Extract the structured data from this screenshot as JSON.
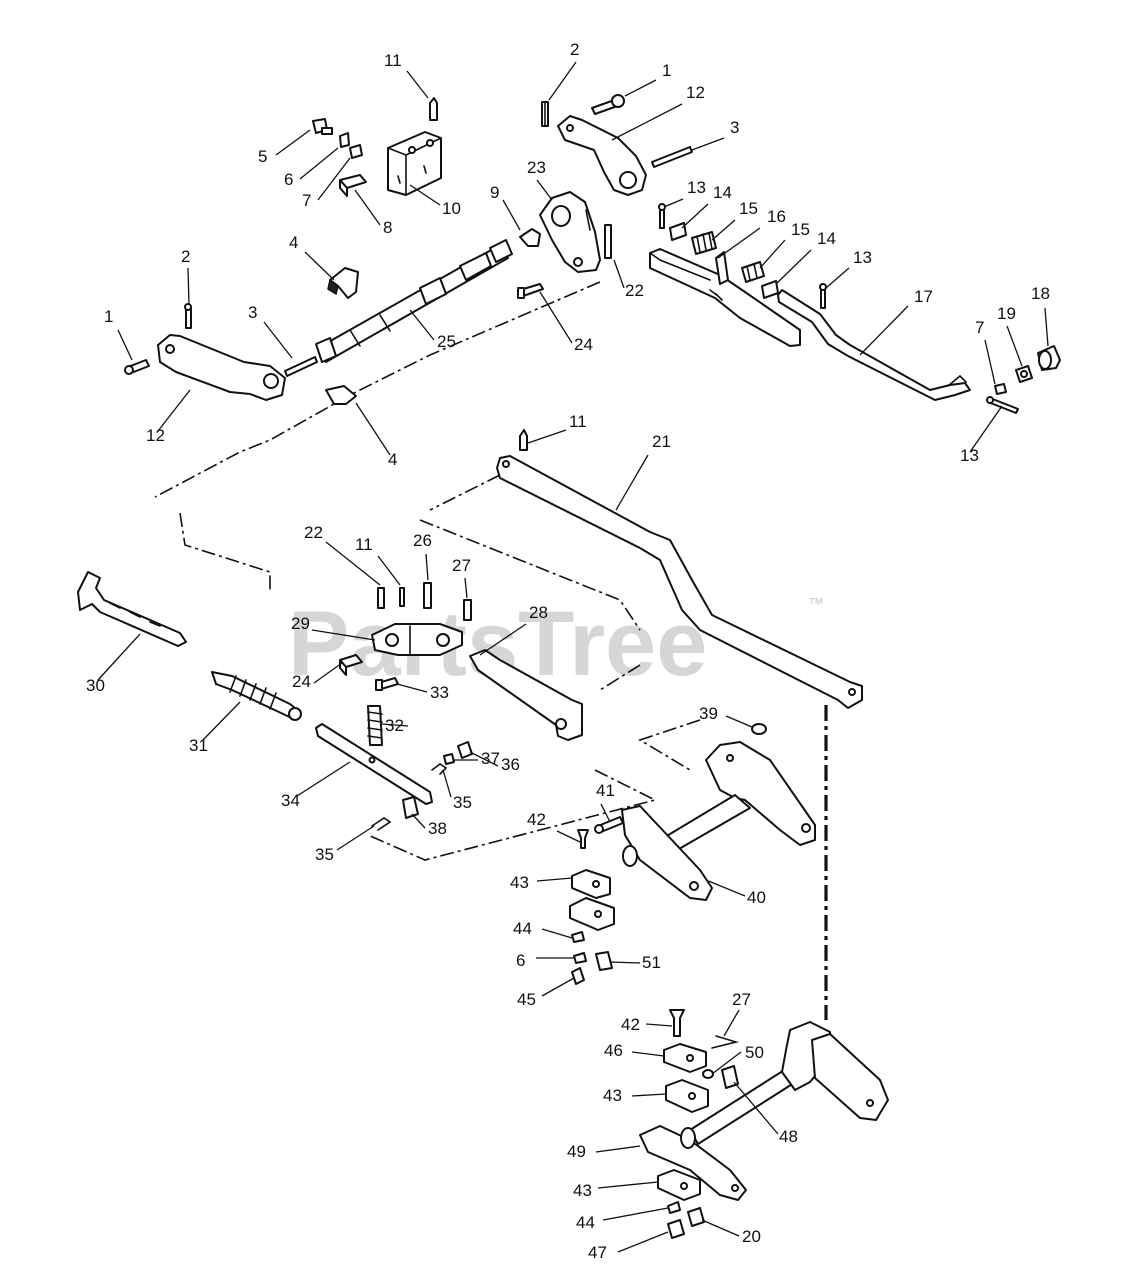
{
  "watermark": {
    "brand": "PartsTree",
    "trademark": "™"
  },
  "callouts": [
    {
      "id": "11a",
      "label": "11"
    },
    {
      "id": "2a",
      "label": "2"
    },
    {
      "id": "1a",
      "label": "1"
    },
    {
      "id": "12a",
      "label": "12"
    },
    {
      "id": "3a",
      "label": "3"
    },
    {
      "id": "5",
      "label": "5"
    },
    {
      "id": "6a",
      "label": "6"
    },
    {
      "id": "7a",
      "label": "7"
    },
    {
      "id": "8",
      "label": "8"
    },
    {
      "id": "10",
      "label": "10"
    },
    {
      "id": "23",
      "label": "23"
    },
    {
      "id": "9",
      "label": "9"
    },
    {
      "id": "13a",
      "label": "13"
    },
    {
      "id": "14a",
      "label": "14"
    },
    {
      "id": "15a",
      "label": "15"
    },
    {
      "id": "16",
      "label": "16"
    },
    {
      "id": "15b",
      "label": "15"
    },
    {
      "id": "14b",
      "label": "14"
    },
    {
      "id": "13b",
      "label": "13"
    },
    {
      "id": "2b",
      "label": "2"
    },
    {
      "id": "4a",
      "label": "4"
    },
    {
      "id": "22a",
      "label": "22"
    },
    {
      "id": "1b",
      "label": "1"
    },
    {
      "id": "3b",
      "label": "3"
    },
    {
      "id": "25",
      "label": "25"
    },
    {
      "id": "24a",
      "label": "24"
    },
    {
      "id": "17",
      "label": "17"
    },
    {
      "id": "18",
      "label": "18"
    },
    {
      "id": "7b",
      "label": "7"
    },
    {
      "id": "19",
      "label": "19"
    },
    {
      "id": "12b",
      "label": "12"
    },
    {
      "id": "4b",
      "label": "4"
    },
    {
      "id": "13c",
      "label": "13"
    },
    {
      "id": "11b",
      "label": "11"
    },
    {
      "id": "21",
      "label": "21"
    },
    {
      "id": "22b",
      "label": "22"
    },
    {
      "id": "11c",
      "label": "11"
    },
    {
      "id": "26",
      "label": "26"
    },
    {
      "id": "27a",
      "label": "27"
    },
    {
      "id": "29",
      "label": "29"
    },
    {
      "id": "28",
      "label": "28"
    },
    {
      "id": "30",
      "label": "30"
    },
    {
      "id": "24b",
      "label": "24"
    },
    {
      "id": "33",
      "label": "33"
    },
    {
      "id": "39",
      "label": "39"
    },
    {
      "id": "32",
      "label": "32"
    },
    {
      "id": "31",
      "label": "31"
    },
    {
      "id": "36",
      "label": "36"
    },
    {
      "id": "37",
      "label": "37"
    },
    {
      "id": "35a",
      "label": "35"
    },
    {
      "id": "34",
      "label": "34"
    },
    {
      "id": "41",
      "label": "41"
    },
    {
      "id": "42a",
      "label": "42"
    },
    {
      "id": "38",
      "label": "38"
    },
    {
      "id": "35b",
      "label": "35"
    },
    {
      "id": "40",
      "label": "40"
    },
    {
      "id": "43a",
      "label": "43"
    },
    {
      "id": "44a",
      "label": "44"
    },
    {
      "id": "6b",
      "label": "6"
    },
    {
      "id": "51",
      "label": "51"
    },
    {
      "id": "45",
      "label": "45"
    },
    {
      "id": "27b",
      "label": "27"
    },
    {
      "id": "42b",
      "label": "42"
    },
    {
      "id": "46",
      "label": "46"
    },
    {
      "id": "50",
      "label": "50"
    },
    {
      "id": "43b",
      "label": "43"
    },
    {
      "id": "48",
      "label": "48"
    },
    {
      "id": "49",
      "label": "49"
    },
    {
      "id": "43c",
      "label": "43"
    },
    {
      "id": "44b",
      "label": "44"
    },
    {
      "id": "20",
      "label": "20"
    },
    {
      "id": "47",
      "label": "47"
    }
  ]
}
